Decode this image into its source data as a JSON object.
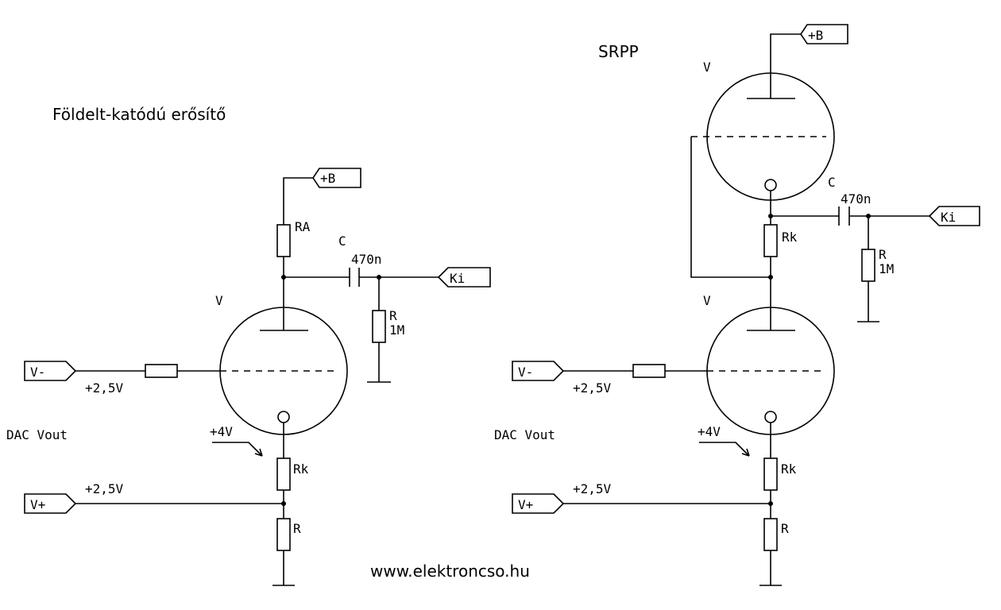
{
  "titles": {
    "left": "Földelt-katódú erősítő",
    "right": "SRPP",
    "website": "www.elektroncso.hu"
  },
  "left": {
    "supply": "+B",
    "anode_resistor": "RA",
    "coupling_cap_label": "C",
    "coupling_cap_value": "470n",
    "output": "Ki",
    "load_resistor": "R",
    "load_value": "1M",
    "tube": "V",
    "input_neg": "V-",
    "input_pos": "V+",
    "grid_voltage": "+2,5V",
    "cathode_voltage": "+4V",
    "dac_label": "DAC Vout",
    "ref_voltage": "+2,5V",
    "cathode_resistor": "Rk",
    "bottom_resistor": "R"
  },
  "right": {
    "supply": "+B",
    "upper_tube": "V",
    "upper_cathode_resistor": "Rk",
    "coupling_cap_label": "C",
    "coupling_cap_value": "470n",
    "output": "Ki",
    "load_resistor": "R",
    "load_value": "1M",
    "lower_tube": "V",
    "input_neg": "V-",
    "input_pos": "V+",
    "grid_voltage": "+2,5V",
    "cathode_voltage": "+4V",
    "dac_label": "DAC Vout",
    "ref_voltage": "+2,5V",
    "cathode_resistor": "Rk",
    "bottom_resistor": "R"
  }
}
